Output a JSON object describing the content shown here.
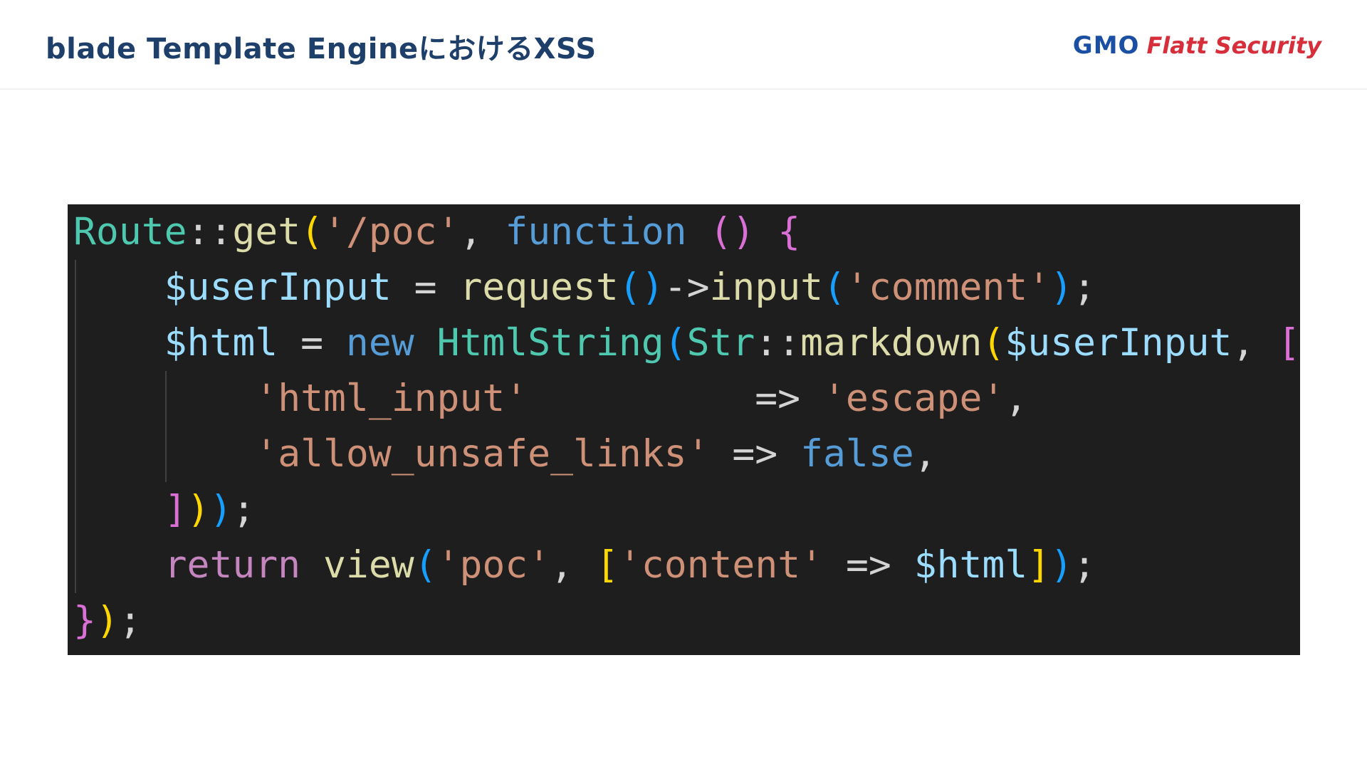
{
  "header": {
    "title": "blade Template EngineにおけるXSS",
    "logo_gmo": "GMO",
    "logo_flatt": "Flatt Security"
  },
  "colors": {
    "title": "#1f3f6b",
    "logo_gmo": "#1a4fa3",
    "logo_flatt": "#d62e3b",
    "code_background": "#1e1e1e"
  },
  "code": {
    "language": "php",
    "lines": [
      [
        {
          "text": "Route",
          "type": "class"
        },
        {
          "text": "::",
          "type": "op"
        },
        {
          "text": "get",
          "type": "func"
        },
        {
          "text": "(",
          "type": "b1"
        },
        {
          "text": "'/poc'",
          "type": "string"
        },
        {
          "text": ", ",
          "type": "op"
        },
        {
          "text": "function",
          "type": "keyword"
        },
        {
          "text": " ",
          "type": "op"
        },
        {
          "text": "()",
          "type": "b2"
        },
        {
          "text": " ",
          "type": "op"
        },
        {
          "text": "{",
          "type": "b2"
        }
      ],
      [
        {
          "text": "    ",
          "type": "op"
        },
        {
          "text": "$userInput",
          "type": "var"
        },
        {
          "text": " = ",
          "type": "op"
        },
        {
          "text": "request",
          "type": "func"
        },
        {
          "text": "()",
          "type": "b3"
        },
        {
          "text": "->",
          "type": "op"
        },
        {
          "text": "input",
          "type": "func"
        },
        {
          "text": "(",
          "type": "b3"
        },
        {
          "text": "'comment'",
          "type": "string"
        },
        {
          "text": ")",
          "type": "b3"
        },
        {
          "text": ";",
          "type": "op"
        }
      ],
      [
        {
          "text": "    ",
          "type": "op"
        },
        {
          "text": "$html",
          "type": "var"
        },
        {
          "text": " = ",
          "type": "op"
        },
        {
          "text": "new",
          "type": "keyword"
        },
        {
          "text": " ",
          "type": "op"
        },
        {
          "text": "HtmlString",
          "type": "class"
        },
        {
          "text": "(",
          "type": "b3"
        },
        {
          "text": "Str",
          "type": "class"
        },
        {
          "text": "::",
          "type": "op"
        },
        {
          "text": "markdown",
          "type": "func"
        },
        {
          "text": "(",
          "type": "b1"
        },
        {
          "text": "$userInput",
          "type": "var"
        },
        {
          "text": ", ",
          "type": "op"
        },
        {
          "text": "[",
          "type": "b2"
        }
      ],
      [
        {
          "text": "        ",
          "type": "op"
        },
        {
          "text": "'html_input'",
          "type": "string"
        },
        {
          "text": "          => ",
          "type": "op"
        },
        {
          "text": "'escape'",
          "type": "string"
        },
        {
          "text": ",",
          "type": "op"
        }
      ],
      [
        {
          "text": "        ",
          "type": "op"
        },
        {
          "text": "'allow_unsafe_links'",
          "type": "string"
        },
        {
          "text": " => ",
          "type": "op"
        },
        {
          "text": "false",
          "type": "keyword"
        },
        {
          "text": ",",
          "type": "op"
        }
      ],
      [
        {
          "text": "    ",
          "type": "op"
        },
        {
          "text": "]",
          "type": "b2"
        },
        {
          "text": ")",
          "type": "b1"
        },
        {
          "text": ")",
          "type": "b3"
        },
        {
          "text": ";",
          "type": "op"
        }
      ],
      [
        {
          "text": "    ",
          "type": "op"
        },
        {
          "text": "return",
          "type": "control"
        },
        {
          "text": " ",
          "type": "op"
        },
        {
          "text": "view",
          "type": "func"
        },
        {
          "text": "(",
          "type": "b3"
        },
        {
          "text": "'poc'",
          "type": "string"
        },
        {
          "text": ", ",
          "type": "op"
        },
        {
          "text": "[",
          "type": "b1"
        },
        {
          "text": "'content'",
          "type": "string"
        },
        {
          "text": " => ",
          "type": "op"
        },
        {
          "text": "$html",
          "type": "var"
        },
        {
          "text": "]",
          "type": "b1"
        },
        {
          "text": ")",
          "type": "b3"
        },
        {
          "text": ";",
          "type": "op"
        }
      ],
      [
        {
          "text": "}",
          "type": "b2"
        },
        {
          "text": ")",
          "type": "b1"
        },
        {
          "text": ";",
          "type": "op"
        }
      ]
    ]
  }
}
